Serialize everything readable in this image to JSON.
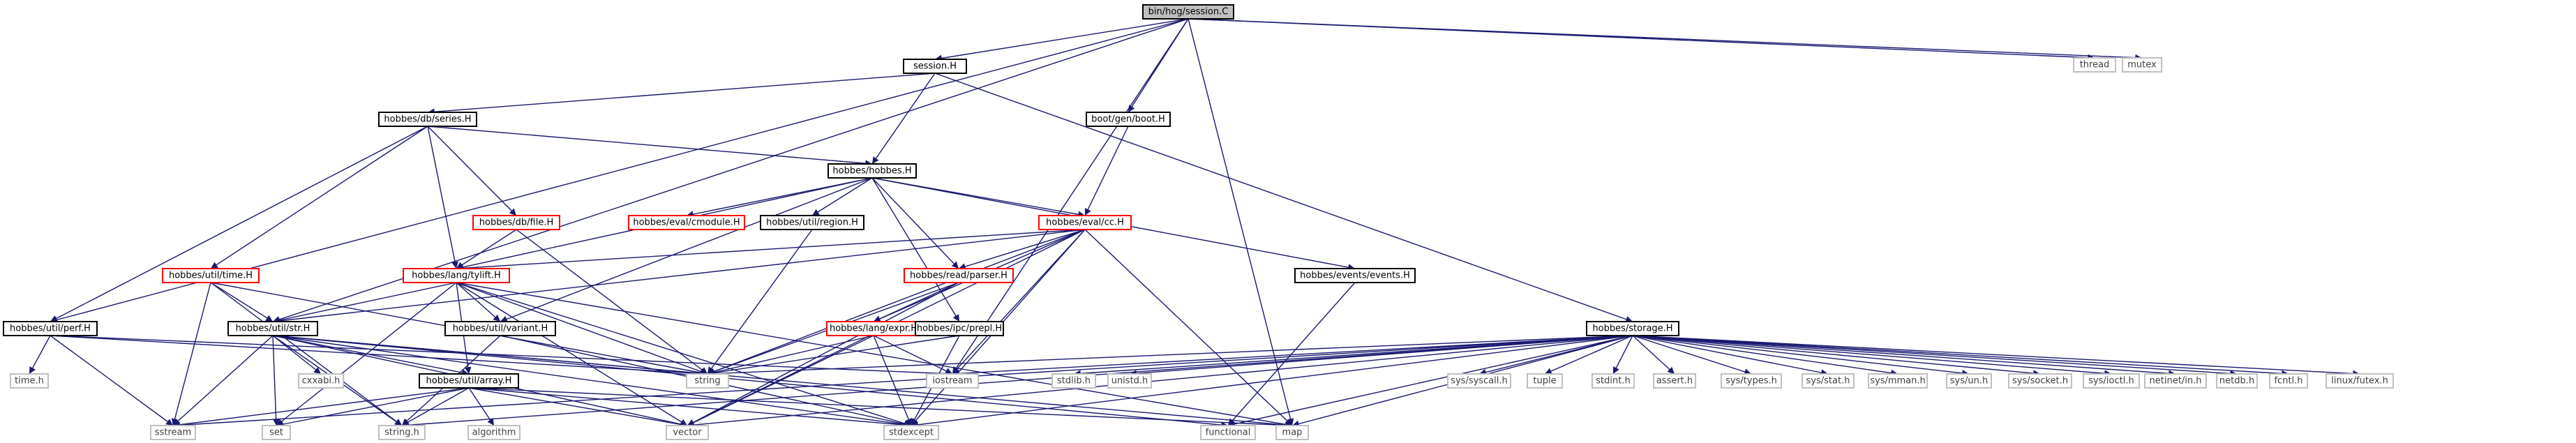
{
  "colors": {
    "edge": "#191970",
    "root_fill": "#bfbfbf",
    "documented_border": "#000000",
    "truncated_border": "#ff0000",
    "system_border": "#bfbfbf"
  },
  "nodes": [
    {
      "id": "session_C",
      "label": "bin/hog/session.C",
      "kind": "root"
    },
    {
      "id": "session_H",
      "label": "session.H",
      "kind": "doc"
    },
    {
      "id": "boot_H",
      "label": "boot/gen/boot.H",
      "kind": "doc"
    },
    {
      "id": "thread",
      "label": "thread",
      "kind": "sys"
    },
    {
      "id": "mutex",
      "label": "mutex",
      "kind": "sys"
    },
    {
      "id": "series_H",
      "label": "hobbes/db/series.H",
      "kind": "doc"
    },
    {
      "id": "hobbes_H",
      "label": "hobbes/hobbes.H",
      "kind": "doc"
    },
    {
      "id": "file_H",
      "label": "hobbes/db/file.H",
      "kind": "trunc"
    },
    {
      "id": "cmodule_H",
      "label": "hobbes/eval/cmodule.H",
      "kind": "trunc"
    },
    {
      "id": "region_H",
      "label": "hobbes/util/region.H",
      "kind": "doc"
    },
    {
      "id": "cc_H",
      "label": "hobbes/eval/cc.H",
      "kind": "trunc"
    },
    {
      "id": "time_H",
      "label": "hobbes/util/time.H",
      "kind": "trunc"
    },
    {
      "id": "tylift_H",
      "label": "hobbes/lang/tylift.H",
      "kind": "trunc"
    },
    {
      "id": "parser_H",
      "label": "hobbes/read/parser.H",
      "kind": "trunc"
    },
    {
      "id": "events_H",
      "label": "hobbes/events/events.H",
      "kind": "doc"
    },
    {
      "id": "perf_H",
      "label": "hobbes/util/perf.H",
      "kind": "doc"
    },
    {
      "id": "str_H",
      "label": "hobbes/util/str.H",
      "kind": "doc"
    },
    {
      "id": "variant_H",
      "label": "hobbes/util/variant.H",
      "kind": "doc"
    },
    {
      "id": "expr_H",
      "label": "hobbes/lang/expr.H",
      "kind": "trunc"
    },
    {
      "id": "prepl_H",
      "label": "hobbes/ipc/prepl.H",
      "kind": "doc"
    },
    {
      "id": "storage_H",
      "label": "hobbes/storage.H",
      "kind": "doc"
    },
    {
      "id": "time_h",
      "label": "time.h",
      "kind": "sys"
    },
    {
      "id": "cxxabi_h",
      "label": "cxxabi.h",
      "kind": "sys"
    },
    {
      "id": "array_H",
      "label": "hobbes/util/array.H",
      "kind": "doc"
    },
    {
      "id": "string",
      "label": "string",
      "kind": "sys"
    },
    {
      "id": "iostream",
      "label": "iostream",
      "kind": "sys"
    },
    {
      "id": "stdlib_h",
      "label": "stdlib.h",
      "kind": "sys"
    },
    {
      "id": "unistd_h",
      "label": "unistd.h",
      "kind": "sys"
    },
    {
      "id": "sys_syscall_h",
      "label": "sys/syscall.h",
      "kind": "sys"
    },
    {
      "id": "tuple",
      "label": "tuple",
      "kind": "sys"
    },
    {
      "id": "stdint_h",
      "label": "stdint.h",
      "kind": "sys"
    },
    {
      "id": "assert_h",
      "label": "assert.h",
      "kind": "sys"
    },
    {
      "id": "sys_types_h",
      "label": "sys/types.h",
      "kind": "sys"
    },
    {
      "id": "sys_stat_h",
      "label": "sys/stat.h",
      "kind": "sys"
    },
    {
      "id": "sys_mman_h",
      "label": "sys/mman.h",
      "kind": "sys"
    },
    {
      "id": "sys_un_h",
      "label": "sys/un.h",
      "kind": "sys"
    },
    {
      "id": "sys_socket_h",
      "label": "sys/socket.h",
      "kind": "sys"
    },
    {
      "id": "sys_ioctl_h",
      "label": "sys/ioctl.h",
      "kind": "sys"
    },
    {
      "id": "netinet_in_h",
      "label": "netinet/in.h",
      "kind": "sys"
    },
    {
      "id": "netdb_h",
      "label": "netdb.h",
      "kind": "sys"
    },
    {
      "id": "fcntl_h",
      "label": "fcntl.h",
      "kind": "sys"
    },
    {
      "id": "linux_futex_h",
      "label": "linux/futex.h",
      "kind": "sys"
    },
    {
      "id": "sstream",
      "label": "sstream",
      "kind": "sys"
    },
    {
      "id": "set",
      "label": "set",
      "kind": "sys"
    },
    {
      "id": "string_h",
      "label": "string.h",
      "kind": "sys"
    },
    {
      "id": "algorithm",
      "label": "algorithm",
      "kind": "sys"
    },
    {
      "id": "vector",
      "label": "vector",
      "kind": "sys"
    },
    {
      "id": "stdexcept",
      "label": "stdexcept",
      "kind": "sys"
    },
    {
      "id": "functional",
      "label": "functional",
      "kind": "sys"
    },
    {
      "id": "map",
      "label": "map",
      "kind": "sys"
    }
  ],
  "edges": [
    [
      "session_C",
      "session_H"
    ],
    [
      "session_C",
      "boot_H"
    ],
    [
      "session_C",
      "thread"
    ],
    [
      "session_C",
      "mutex"
    ],
    [
      "session_C",
      "perf_H"
    ],
    [
      "session_C",
      "str_H"
    ],
    [
      "session_C",
      "iostream"
    ],
    [
      "session_C",
      "map"
    ],
    [
      "session_H",
      "series_H"
    ],
    [
      "session_H",
      "hobbes_H"
    ],
    [
      "session_H",
      "storage_H"
    ],
    [
      "boot_H",
      "cc_H"
    ],
    [
      "series_H",
      "hobbes_H"
    ],
    [
      "series_H",
      "file_H"
    ],
    [
      "series_H",
      "time_H"
    ],
    [
      "series_H",
      "tylift_H"
    ],
    [
      "series_H",
      "perf_H"
    ],
    [
      "hobbes_H",
      "cmodule_H"
    ],
    [
      "hobbes_H",
      "region_H"
    ],
    [
      "hobbes_H",
      "cc_H"
    ],
    [
      "hobbes_H",
      "parser_H"
    ],
    [
      "hobbes_H",
      "events_H"
    ],
    [
      "hobbes_H",
      "prepl_H"
    ],
    [
      "hobbes_H",
      "tylift_H"
    ],
    [
      "hobbes_H",
      "variant_H"
    ],
    [
      "file_H",
      "tylift_H"
    ],
    [
      "file_H",
      "string"
    ],
    [
      "region_H",
      "string"
    ],
    [
      "cc_H",
      "parser_H"
    ],
    [
      "cc_H",
      "tylift_H"
    ],
    [
      "cc_H",
      "expr_H"
    ],
    [
      "cc_H",
      "str_H"
    ],
    [
      "cc_H",
      "string"
    ],
    [
      "cc_H",
      "iostream"
    ],
    [
      "cc_H",
      "vector"
    ],
    [
      "cc_H",
      "stdexcept"
    ],
    [
      "cc_H",
      "map"
    ],
    [
      "time_H",
      "str_H"
    ],
    [
      "time_H",
      "sstream"
    ],
    [
      "time_H",
      "string"
    ],
    [
      "time_H",
      "string_h"
    ],
    [
      "tylift_H",
      "str_H"
    ],
    [
      "tylift_H",
      "variant_H"
    ],
    [
      "tylift_H",
      "array_H"
    ],
    [
      "tylift_H",
      "string"
    ],
    [
      "tylift_H",
      "vector"
    ],
    [
      "tylift_H",
      "stdexcept"
    ],
    [
      "tylift_H",
      "map"
    ],
    [
      "tylift_H",
      "set"
    ],
    [
      "parser_H",
      "expr_H"
    ],
    [
      "parser_H",
      "string"
    ],
    [
      "parser_H",
      "vector"
    ],
    [
      "events_H",
      "functional"
    ],
    [
      "perf_H",
      "time_h"
    ],
    [
      "perf_H",
      "sstream"
    ],
    [
      "perf_H",
      "string"
    ],
    [
      "perf_H",
      "iostream"
    ],
    [
      "str_H",
      "cxxabi_h"
    ],
    [
      "str_H",
      "array_H"
    ],
    [
      "str_H",
      "string"
    ],
    [
      "str_H",
      "sstream"
    ],
    [
      "str_H",
      "set"
    ],
    [
      "str_H",
      "string_h"
    ],
    [
      "str_H",
      "vector"
    ],
    [
      "str_H",
      "stdexcept"
    ],
    [
      "str_H",
      "map"
    ],
    [
      "str_H",
      "functional"
    ],
    [
      "variant_H",
      "string_h"
    ],
    [
      "variant_H",
      "stdexcept"
    ],
    [
      "expr_H",
      "string"
    ],
    [
      "expr_H",
      "vector"
    ],
    [
      "expr_H",
      "iostream"
    ],
    [
      "expr_H",
      "stdexcept"
    ],
    [
      "prepl_H",
      "string"
    ],
    [
      "prepl_H",
      "stdexcept"
    ],
    [
      "array_H",
      "sstream"
    ],
    [
      "array_H",
      "set"
    ],
    [
      "array_H",
      "string_h"
    ],
    [
      "array_H",
      "algorithm"
    ],
    [
      "array_H",
      "vector"
    ],
    [
      "array_H",
      "stdexcept"
    ],
    [
      "array_H",
      "map"
    ],
    [
      "storage_H",
      "string"
    ],
    [
      "storage_H",
      "iostream"
    ],
    [
      "storage_H",
      "stdlib_h"
    ],
    [
      "storage_H",
      "unistd_h"
    ],
    [
      "storage_H",
      "sys_syscall_h"
    ],
    [
      "storage_H",
      "tuple"
    ],
    [
      "storage_H",
      "stdint_h"
    ],
    [
      "storage_H",
      "assert_h"
    ],
    [
      "storage_H",
      "sys_types_h"
    ],
    [
      "storage_H",
      "sys_stat_h"
    ],
    [
      "storage_H",
      "sys_mman_h"
    ],
    [
      "storage_H",
      "sys_un_h"
    ],
    [
      "storage_H",
      "sys_socket_h"
    ],
    [
      "storage_H",
      "sys_ioctl_h"
    ],
    [
      "storage_H",
      "netinet_in_h"
    ],
    [
      "storage_H",
      "netdb_h"
    ],
    [
      "storage_H",
      "fcntl_h"
    ],
    [
      "storage_H",
      "linux_futex_h"
    ],
    [
      "storage_H",
      "sstream"
    ],
    [
      "storage_H",
      "vector"
    ],
    [
      "storage_H",
      "stdexcept"
    ],
    [
      "storage_H",
      "map"
    ],
    [
      "storage_H",
      "functional"
    ],
    [
      "storage_H",
      "string_h"
    ]
  ]
}
